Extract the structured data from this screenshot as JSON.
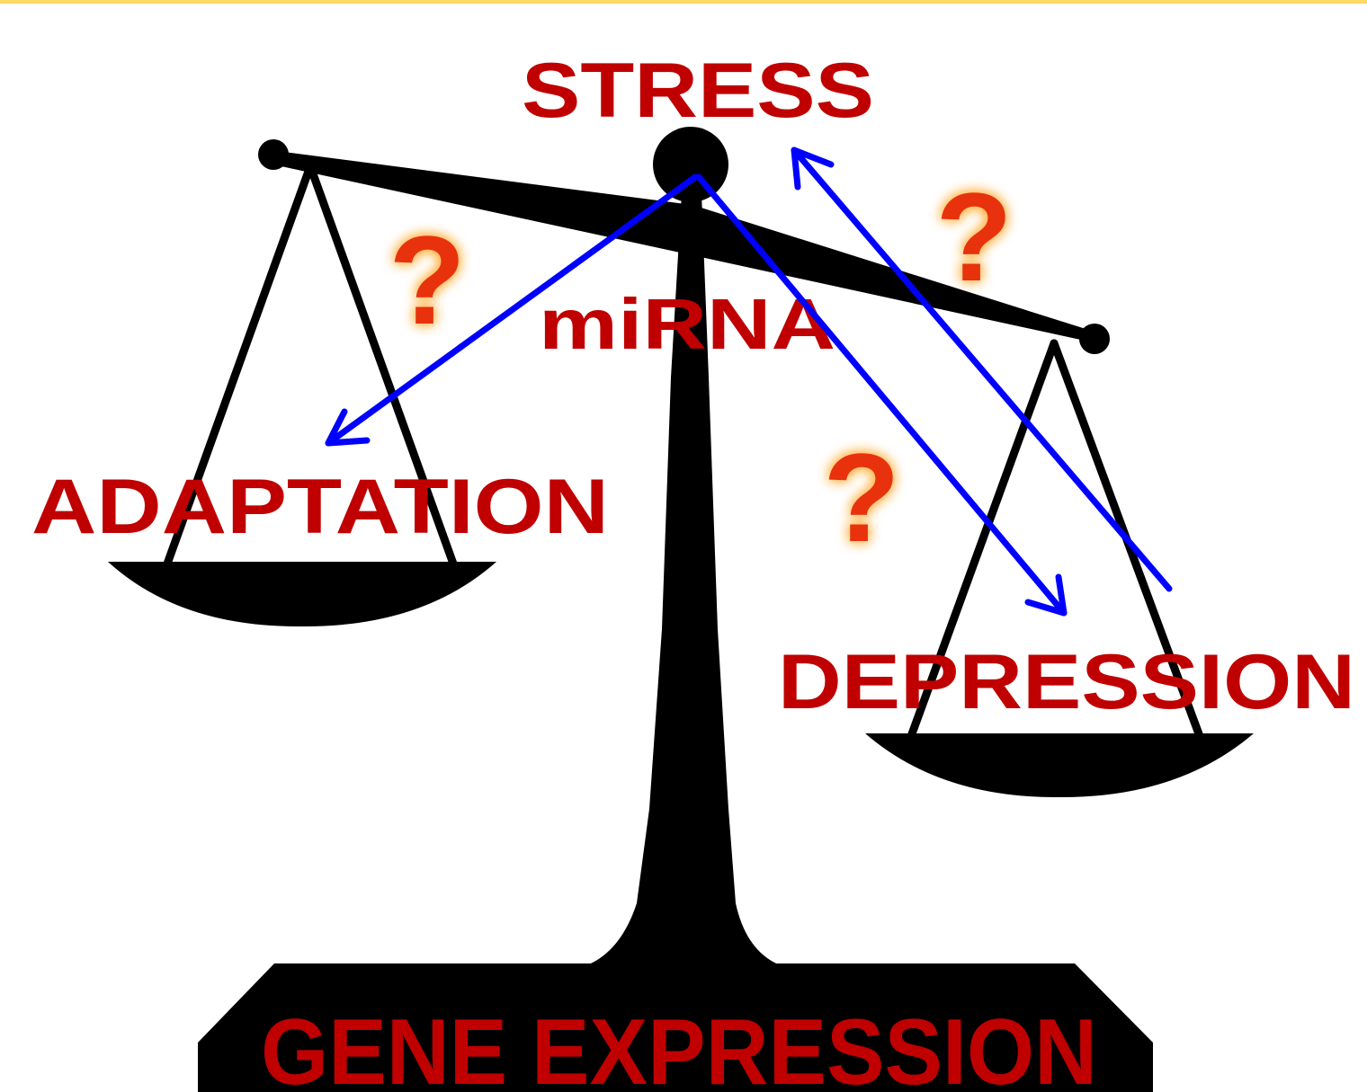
{
  "labels": {
    "stress": "STRESS",
    "mirna": "miRNA",
    "adaptation": "ADAPTATION",
    "depression": "DEPRESSION",
    "gene_expression": "GENE EXPRESSION"
  },
  "question_marks": [
    "?",
    "?",
    "?"
  ],
  "colors": {
    "label": "#c00000",
    "question": "#e83010",
    "question_glow": "#ffb347",
    "arrow": "#0000ff",
    "scale": "#000000",
    "top_rule": "#ffd966"
  }
}
